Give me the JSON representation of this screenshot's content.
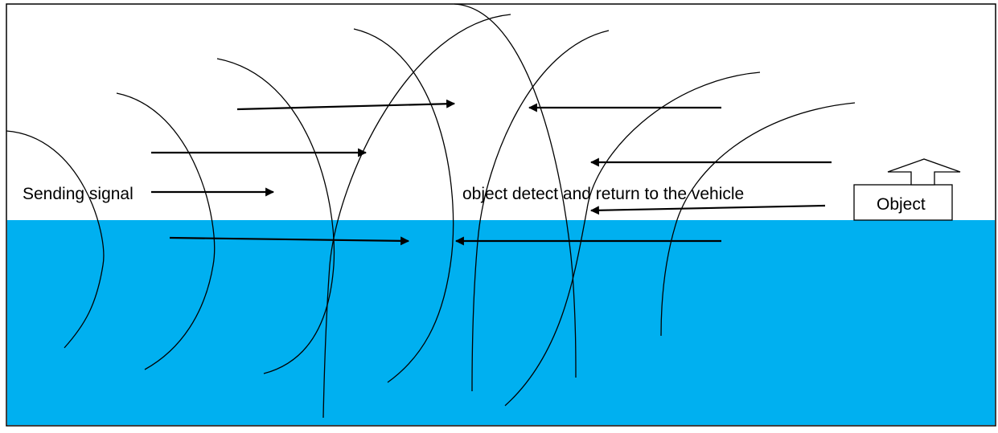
{
  "labels": {
    "sending": "Sending signal",
    "returning": "object detect and return to the vehicle",
    "object": "Object"
  },
  "colors": {
    "water": "#00b0f0",
    "sky": "#ffffff",
    "ink": "#000000"
  }
}
